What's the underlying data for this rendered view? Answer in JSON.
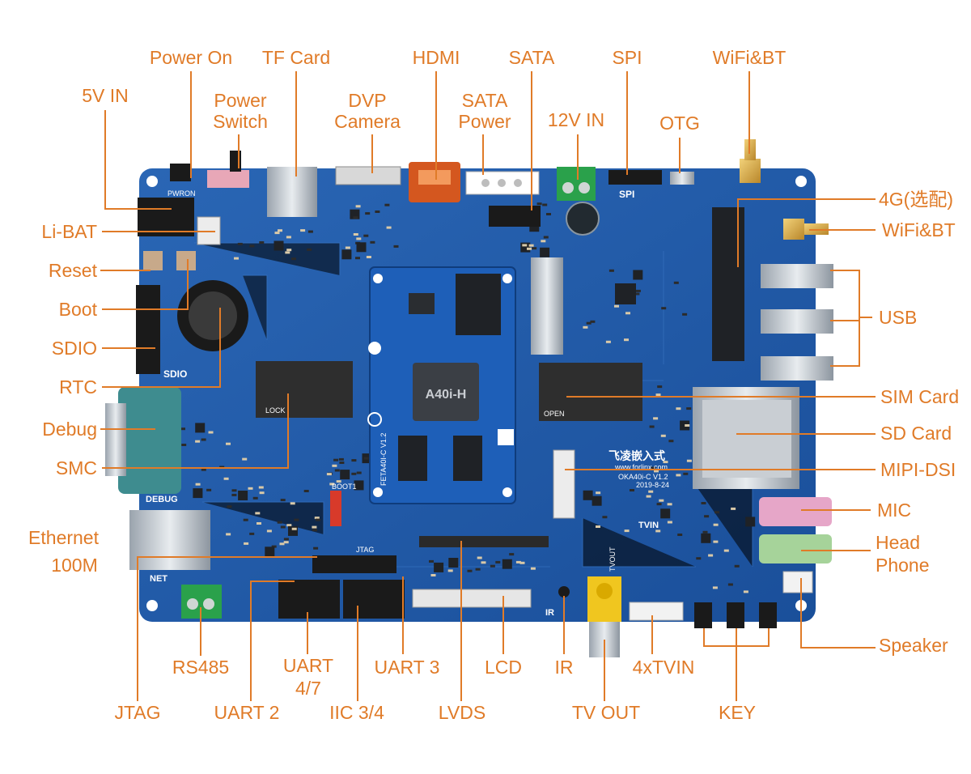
{
  "diagram": {
    "accent_color": "#e07b28",
    "board_color": "#1f59a8",
    "labels": {
      "power_on": "Power On",
      "tf_card": "TF Card",
      "hdmi": "HDMI",
      "sata": "SATA",
      "spi": "SPI",
      "wifi_bt_top": "WiFi&BT",
      "five_v_in": "5V IN",
      "power_switch_1": "Power",
      "power_switch_2": "Switch",
      "dvp_camera_1": "DVP",
      "dvp_camera_2": "Camera",
      "sata_power_1": "SATA",
      "sata_power_2": "Power",
      "twelve_v_in": "12V IN",
      "otg": "OTG",
      "four_g": "4G(选配)",
      "wifi_bt_right": "WiFi&BT",
      "li_bat": "Li-BAT",
      "reset": "Reset",
      "boot": "Boot",
      "usb": "USB",
      "sdio": "SDIO",
      "rtc": "RTC",
      "sim_card": "SIM Card",
      "debug": "Debug",
      "sd_card": "SD Card",
      "smc": "SMC",
      "mipi_dsi": "MIPI-DSI",
      "mic": "MIC",
      "ethernet_1": "Ethernet",
      "ethernet_2": "100M",
      "head_phone_1": "Head",
      "head_phone_2": "Phone",
      "speaker": "Speaker",
      "rs485": "RS485",
      "uart47_1": "UART",
      "uart47_2": "4/7",
      "uart3": "UART 3",
      "lcd": "LCD",
      "ir": "IR",
      "tvin": "4xTVIN",
      "jtag": "JTAG",
      "uart2": "UART 2",
      "iic": "IIC 3/4",
      "lvds": "LVDS",
      "tv_out": "TV OUT",
      "key": "KEY"
    },
    "silkscreen": {
      "som_model": "A40i-H",
      "som_board": "FETA40I-C V1.2",
      "brand": "飞凌嵌入式",
      "brand_url": "www.forlinx.com",
      "board_model": "OKA40i-C V1.2",
      "board_date": "2019-8-24",
      "spi": "SPI",
      "sdio": "SDIO",
      "debug": "DEBUG",
      "jtag": "JTAG",
      "tvin": "TVIN",
      "tvout": "TVOUT",
      "boot_sw": "BOOT1",
      "lock_1": "LOCK",
      "open": "OPEN",
      "net": "NET",
      "pwron": "PWRON",
      "ir": "IR"
    }
  }
}
